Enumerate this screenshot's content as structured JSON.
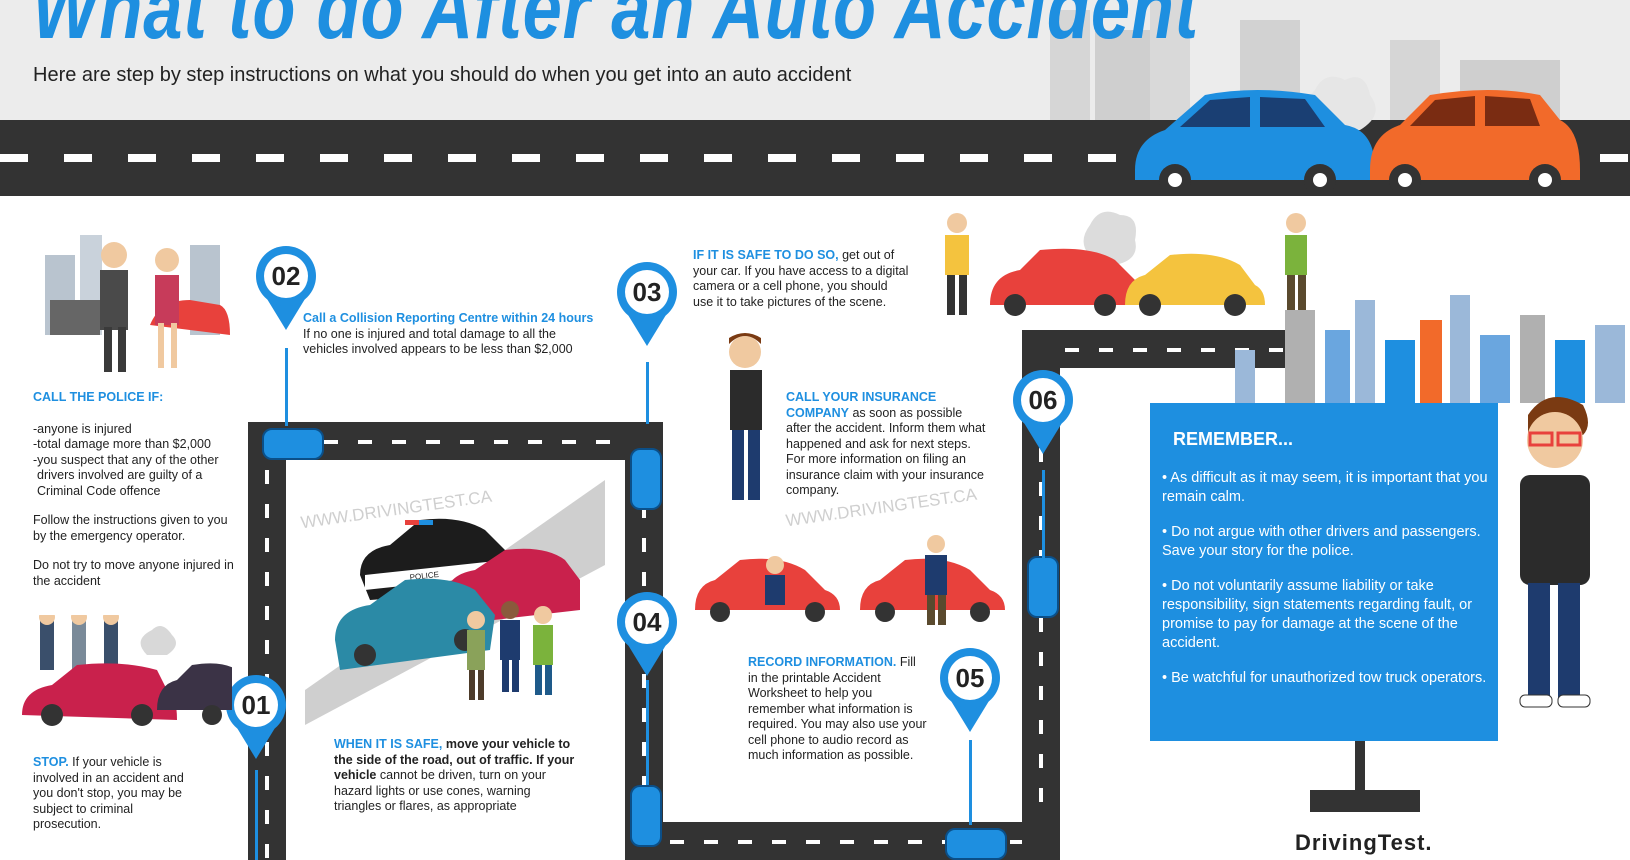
{
  "header": {
    "title": "What to do After an Auto Accident",
    "subtitle": "Here are step by step instructions on what you should do when you get into an auto accident"
  },
  "watermark": "WWW.DRIVINGTEST.CA",
  "steps": {
    "s01": {
      "num": "01",
      "heading": "STOP.",
      "text": "If your vehicle is involved in an accident and you don't stop, you may be subject to criminal prosecution."
    },
    "s02": {
      "num": "02",
      "heading": "Call a Collision Reporting Centre within 24 hours",
      "text": "If no one is injured and total damage to all the vehicles involved appears to be less than $2,000"
    },
    "s03": {
      "num": "03",
      "heading": "IF IT IS SAFE TO DO SO,",
      "text": "get out of your car. If you have access to a digital camera or a cell phone, you should use it to take pictures of the scene."
    },
    "s04": {
      "num": "04",
      "heading": "WHEN IT IS SAFE,",
      "text_bold": "move your vehicle to the side of the road, out of traffic. If your vehicle",
      "text": "cannot be driven, turn on your hazard lights or use cones, warning triangles or flares, as appropriate"
    },
    "s05": {
      "num": "05",
      "heading": "RECORD INFORMATION.",
      "text": "Fill in the printable Accident Worksheet to help you remember what information is required. You may also use your cell phone to audio record as much information as possible."
    },
    "s06": {
      "num": "06",
      "heading": "CALL YOUR INSURANCE COMPANY",
      "text": "as soon as possible after the accident. Inform them what happened and ask for next steps. For more information on filing an insurance claim with your insurance company."
    }
  },
  "police": {
    "heading": "CALL THE POLICE IF:",
    "items": [
      "-anyone is injured",
      "-total damage more than $2,000",
      "-you suspect that any of the other",
      "drivers involved are guilty of a",
      "Criminal Code offence"
    ],
    "note1": "Follow the instructions given to you by the emergency operator.",
    "note2": "Do not try to move anyone injured in the accident"
  },
  "remember": {
    "title": "REMEMBER...",
    "items": [
      "• As difficult as it may seem, it is important that you remain calm.",
      "• Do not argue with other drivers and passengers. Save your story for the police.",
      "• Do not voluntarily assume liability or take responsibility, sign statements regarding fault, or promise to pay for damage at the scene of the accident.",
      "• Be watchful for unauthorized tow truck operators."
    ]
  },
  "police_car_label": "POLICE",
  "brand": "DrivingTest.",
  "colors": {
    "accent": "#1e8fe0",
    "road": "#333333",
    "car_red": "#e8413c",
    "car_orange": "#f26a2a",
    "car_yellow": "#f4c33e",
    "car_teal": "#2b8aa6"
  }
}
